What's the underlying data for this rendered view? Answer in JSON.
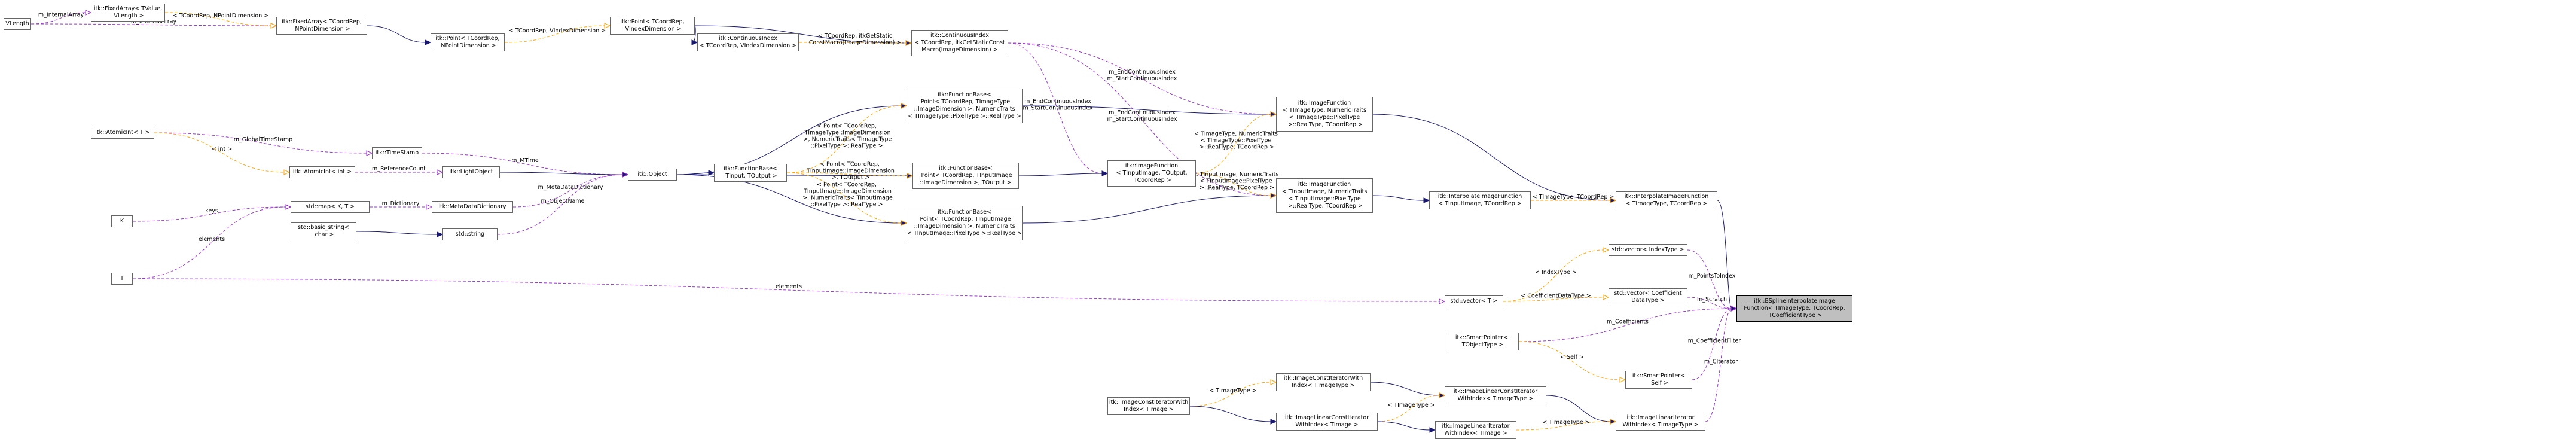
{
  "nodes": [
    {
      "id": "vlength",
      "label": "VLength",
      "style": "grey"
    },
    {
      "id": "fixedarray_tvalue",
      "label": "itk::FixedArray< TValue,\n VLength >",
      "style": "normal"
    },
    {
      "id": "fixedarray_tcoord",
      "label": "itk::FixedArray< TCoordRep,\n NPointDimension >",
      "style": "normal"
    },
    {
      "id": "point_tcoord",
      "label": "itk::Point< TCoordRep,\n NPointDimension >",
      "style": "normal"
    },
    {
      "id": "point_vindex",
      "label": "itk::Point< TCoordRep,\n VIndexDimension >",
      "style": "normal"
    },
    {
      "id": "contidx_generic",
      "label": "itk::ContinuousIndex\n< TCoordRep, VIndexDimension >",
      "style": "normal"
    },
    {
      "id": "contidx_static",
      "label": "itk::ContinuousIndex\n< TCoordRep, itkGetStaticConst\nMacro(ImageDimension) >",
      "style": "normal"
    },
    {
      "id": "atomicint_t",
      "label": "itk::AtomicInt< T >",
      "style": "normal"
    },
    {
      "id": "timestamp",
      "label": "itk::TimeStamp",
      "style": "normal"
    },
    {
      "id": "atomicint_int",
      "label": "itk::AtomicInt< int >",
      "style": "normal"
    },
    {
      "id": "lightobject",
      "label": "itk::LightObject",
      "style": "normal"
    },
    {
      "id": "k_param",
      "label": "K",
      "style": "grey"
    },
    {
      "id": "std_map",
      "label": "std::map< K, T >",
      "style": "grey"
    },
    {
      "id": "metadatadict",
      "label": "itk::MetaDataDictionary",
      "style": "normal"
    },
    {
      "id": "std_basic_string",
      "label": "std::basic_string<\n char >",
      "style": "grey"
    },
    {
      "id": "std_string",
      "label": "std::string",
      "style": "grey"
    },
    {
      "id": "t_param",
      "label": "T",
      "style": "grey"
    },
    {
      "id": "object",
      "label": "itk::Object",
      "style": "normal"
    },
    {
      "id": "functionbase_tinput",
      "label": "itk::FunctionBase<\n TInput, TOutput >",
      "style": "normal"
    },
    {
      "id": "functionbase_point_image",
      "label": "itk::FunctionBase<\n Point< TCoordRep, TImageType\n::ImageDimension >, NumericTraits\n< TImageType::PixelType >::RealType >",
      "style": "normal"
    },
    {
      "id": "functionbase_point_tinput",
      "label": "itk::FunctionBase<\n Point< TCoordRep, TInputImage\n::ImageDimension >, TOutput >",
      "style": "normal"
    },
    {
      "id": "functionbase_point_tinput_real",
      "label": "itk::FunctionBase<\n Point< TCoordRep, TInputImage\n::ImageDimension >, NumericTraits\n< TInputImage::PixelType >::RealType >",
      "style": "normal"
    },
    {
      "id": "imagefunction_generic",
      "label": "itk::ImageFunction\n< TInputImage, TOutput,\n TCoordRep >",
      "style": "normal"
    },
    {
      "id": "imagefunction_timagetype",
      "label": "itk::ImageFunction\n< TImageType, NumericTraits\n< TImageType::PixelType\n >::RealType, TCoordRep >",
      "style": "normal"
    },
    {
      "id": "imagefunction_tinputimage",
      "label": "itk::ImageFunction\n< TInputImage, NumericTraits\n< TInputImage::PixelType\n >::RealType, TCoordRep >",
      "style": "normal"
    },
    {
      "id": "interp_tinputimage",
      "label": "itk::InterpolateImageFunction\n< TInputImage, TCoordRep >",
      "style": "normal"
    },
    {
      "id": "interp_timagetype",
      "label": "itk::InterpolateImageFunction\n< TImageType, TCoordRep >",
      "style": "normal"
    },
    {
      "id": "std_vector_indextype",
      "label": "std::vector< IndexType >",
      "style": "grey"
    },
    {
      "id": "std_vector_t",
      "label": "std::vector< T >",
      "style": "grey"
    },
    {
      "id": "std_vector_coeff",
      "label": "std::vector< Coefficient\nDataType >",
      "style": "grey"
    },
    {
      "id": "bspline",
      "label": "itk::BSplineInterpolateImage\nFunction< TImageType, TCoordRep,\n TCoefficientType >",
      "style": "root"
    },
    {
      "id": "smartpointer_tobject",
      "label": "itk::SmartPointer<\n TObjectType >",
      "style": "normal"
    },
    {
      "id": "smartpointer_self",
      "label": "itk::SmartPointer<\n Self >",
      "style": "normal"
    },
    {
      "id": "imgconstiterwithindex_generic",
      "label": "itk::ImageConstIteratorWith\nIndex< TImage >",
      "style": "normal"
    },
    {
      "id": "imgconstiterwithindex_timagetype",
      "label": "itk::ImageConstIteratorWith\nIndex< TImageType >",
      "style": "normal"
    },
    {
      "id": "imglinearconstiter_timagetype",
      "label": "itk::ImageLinearConstIterator\nWithIndex< TImageType >",
      "style": "normal"
    },
    {
      "id": "imglinearconstiter_timage",
      "label": "itk::ImageLinearConstIterator\nWithIndex< TImage >",
      "style": "normal"
    },
    {
      "id": "imglineariter_timage",
      "label": "itk::ImageLinearIterator\nWithIndex< TImage >",
      "style": "normal"
    },
    {
      "id": "imglineariter_timagetype",
      "label": "itk::ImageLinearIterator\nWithIndex< TImageType >",
      "style": "normal"
    }
  ],
  "edges": [
    {
      "from": "vlength",
      "to": "fixedarray_tvalue",
      "label": "m_InternalArray",
      "kind": "usage"
    },
    {
      "from": "vlength",
      "to": "fixedarray_tcoord",
      "label": "m_InternalArray",
      "kind": "usage"
    },
    {
      "from": "fixedarray_tvalue",
      "to": "fixedarray_tcoord",
      "label": "< TCoordRep, NPointDimension >",
      "kind": "template"
    },
    {
      "from": "fixedarray_tcoord",
      "to": "point_tcoord",
      "label": "",
      "kind": "inheritance"
    },
    {
      "from": "point_tcoord",
      "to": "point_vindex",
      "label": "< TCoordRep, VIndexDimension >",
      "kind": "template"
    },
    {
      "from": "point_vindex",
      "to": "contidx_generic",
      "label": "",
      "kind": "inheritance"
    },
    {
      "from": "point_vindex",
      "to": "contidx_static",
      "label": "",
      "kind": "inheritance"
    },
    {
      "from": "contidx_generic",
      "to": "contidx_static",
      "label": "< TCoordRep, itkGetStatic\nConstMacro(ImageDimension) >",
      "kind": "template"
    },
    {
      "from": "contidx_static",
      "to": "imagefunction_timagetype",
      "label": "m_EndContinuousIndex\nm_StartContinuousIndex",
      "kind": "usage"
    },
    {
      "from": "contidx_static",
      "to": "imagefunction_tinputimage",
      "label": "m_EndContinuousIndex\nm_StartContinuousIndex",
      "kind": "usage"
    },
    {
      "from": "contidx_static",
      "to": "imagefunction_generic",
      "label": "m_EndContinuousIndex\nm_StartContinuousIndex",
      "kind": "usage"
    },
    {
      "from": "atomicint_t",
      "to": "timestamp",
      "label": "m_GlobalTimeStamp",
      "kind": "usage"
    },
    {
      "from": "atomicint_t",
      "to": "atomicint_int",
      "label": "< int >",
      "kind": "template"
    },
    {
      "from": "atomicint_int",
      "to": "lightobject",
      "label": "m_ReferenceCount",
      "kind": "usage"
    },
    {
      "from": "timestamp",
      "to": "object",
      "label": "m_MTime",
      "kind": "usage"
    },
    {
      "from": "lightobject",
      "to": "object",
      "label": "",
      "kind": "inheritance"
    },
    {
      "from": "k_param",
      "to": "std_map",
      "label": "keys",
      "kind": "usage"
    },
    {
      "from": "t_param",
      "to": "std_map",
      "label": "elements",
      "kind": "usage"
    },
    {
      "from": "std_map",
      "to": "metadatadict",
      "label": "m_Dictionary",
      "kind": "usage"
    },
    {
      "from": "metadatadict",
      "to": "object",
      "label": "m_MetaDataDictionary",
      "kind": "usage"
    },
    {
      "from": "std_basic_string",
      "to": "std_string",
      "label": "",
      "kind": "inheritance"
    },
    {
      "from": "std_string",
      "to": "object",
      "label": "m_ObjectName",
      "kind": "usage"
    },
    {
      "from": "object",
      "to": "functionbase_tinput",
      "label": "",
      "kind": "inheritance"
    },
    {
      "from": "object",
      "to": "functionbase_point_image",
      "label": "",
      "kind": "inheritance"
    },
    {
      "from": "object",
      "to": "functionbase_point_tinput",
      "label": "",
      "kind": "inheritance"
    },
    {
      "from": "object",
      "to": "functionbase_point_tinput_real",
      "label": "",
      "kind": "inheritance"
    },
    {
      "from": "functionbase_tinput",
      "to": "functionbase_point_image",
      "label": "< Point< TCoordRep,\n TImageType::ImageDimension\n >, NumericTraits< TImageType\n::PixelType >::RealType >",
      "kind": "template"
    },
    {
      "from": "functionbase_tinput",
      "to": "functionbase_point_tinput",
      "label": "< Point< TCoordRep,\n TInputImage::ImageDimension\n >, TOutput >",
      "kind": "template"
    },
    {
      "from": "functionbase_tinput",
      "to": "functionbase_point_tinput_real",
      "label": "< Point< TCoordRep,\n TInputImage::ImageDimension\n >, NumericTraits< TInputImage\n::PixelType >::RealType >",
      "kind": "template"
    },
    {
      "from": "functionbase_point_image",
      "to": "imagefunction_timagetype",
      "label": "",
      "kind": "inheritance"
    },
    {
      "from": "functionbase_point_tinput",
      "to": "imagefunction_generic",
      "label": "",
      "kind": "inheritance"
    },
    {
      "from": "functionbase_point_tinput_real",
      "to": "imagefunction_tinputimage",
      "label": "",
      "kind": "inheritance"
    },
    {
      "from": "imagefunction_generic",
      "to": "imagefunction_timagetype",
      "label": "< TImageType, NumericTraits\n< TImageType::PixelType\n >::RealType, TCoordRep >",
      "kind": "template"
    },
    {
      "from": "imagefunction_generic",
      "to": "imagefunction_tinputimage",
      "label": "< TInputImage, NumericTraits\n< TInputImage::PixelType\n >::RealType, TCoordRep >",
      "kind": "template"
    },
    {
      "from": "imagefunction_timagetype",
      "to": "interp_timagetype",
      "label": "",
      "kind": "inheritance"
    },
    {
      "from": "imagefunction_tinputimage",
      "to": "interp_tinputimage",
      "label": "",
      "kind": "inheritance"
    },
    {
      "from": "interp_tinputimage",
      "to": "interp_timagetype",
      "label": "< TImageType, TCoordRep >",
      "kind": "template"
    },
    {
      "from": "interp_timagetype",
      "to": "bspline",
      "label": "",
      "kind": "inheritance"
    },
    {
      "from": "t_param",
      "to": "std_vector_t",
      "label": "elements",
      "kind": "usage"
    },
    {
      "from": "std_vector_t",
      "to": "std_vector_indextype",
      "label": "< IndexType >",
      "kind": "template"
    },
    {
      "from": "std_vector_t",
      "to": "std_vector_coeff",
      "label": "< CoefficientDataType >",
      "kind": "template"
    },
    {
      "from": "std_vector_indextype",
      "to": "bspline",
      "label": "m_PointsToIndex",
      "kind": "usage"
    },
    {
      "from": "std_vector_coeff",
      "to": "bspline",
      "label": "m_Scratch",
      "kind": "usage"
    },
    {
      "from": "smartpointer_tobject",
      "to": "bspline",
      "label": "m_Coefficients",
      "kind": "usage"
    },
    {
      "from": "smartpointer_tobject",
      "to": "smartpointer_self",
      "label": "< Self >",
      "kind": "template"
    },
    {
      "from": "smartpointer_self",
      "to": "bspline",
      "label": "m_CoefficientFilter",
      "kind": "usage"
    },
    {
      "from": "imgconstiterwithindex_generic",
      "to": "imgconstiterwithindex_timagetype",
      "label": "< TImageType >",
      "kind": "template"
    },
    {
      "from": "imgconstiterwithindex_generic",
      "to": "imglinearconstiter_timage",
      "label": "",
      "kind": "inheritance"
    },
    {
      "from": "imgconstiterwithindex_timagetype",
      "to": "imglinearconstiter_timagetype",
      "label": "",
      "kind": "inheritance"
    },
    {
      "from": "imglinearconstiter_timage",
      "to": "imglinearconstiter_timagetype",
      "label": "< TImageType >",
      "kind": "template"
    },
    {
      "from": "imglinearconstiter_timage",
      "to": "imglineariter_timage",
      "label": "",
      "kind": "inheritance"
    },
    {
      "from": "imglinearconstiter_timagetype",
      "to": "imglineariter_timagetype",
      "label": "",
      "kind": "inheritance"
    },
    {
      "from": "imglineariter_timage",
      "to": "imglineariter_timagetype",
      "label": "< TImageType >",
      "kind": "template"
    },
    {
      "from": "imglineariter_timagetype",
      "to": "bspline",
      "label": "m_CIterator",
      "kind": "usage"
    }
  ],
  "colors": {
    "inheritance": "#191970",
    "usage": "#9a32cd",
    "template": "#ffa500",
    "node_border": "#666666",
    "external_border": "#bfbfbf",
    "root_fill": "#bfbfbf"
  }
}
